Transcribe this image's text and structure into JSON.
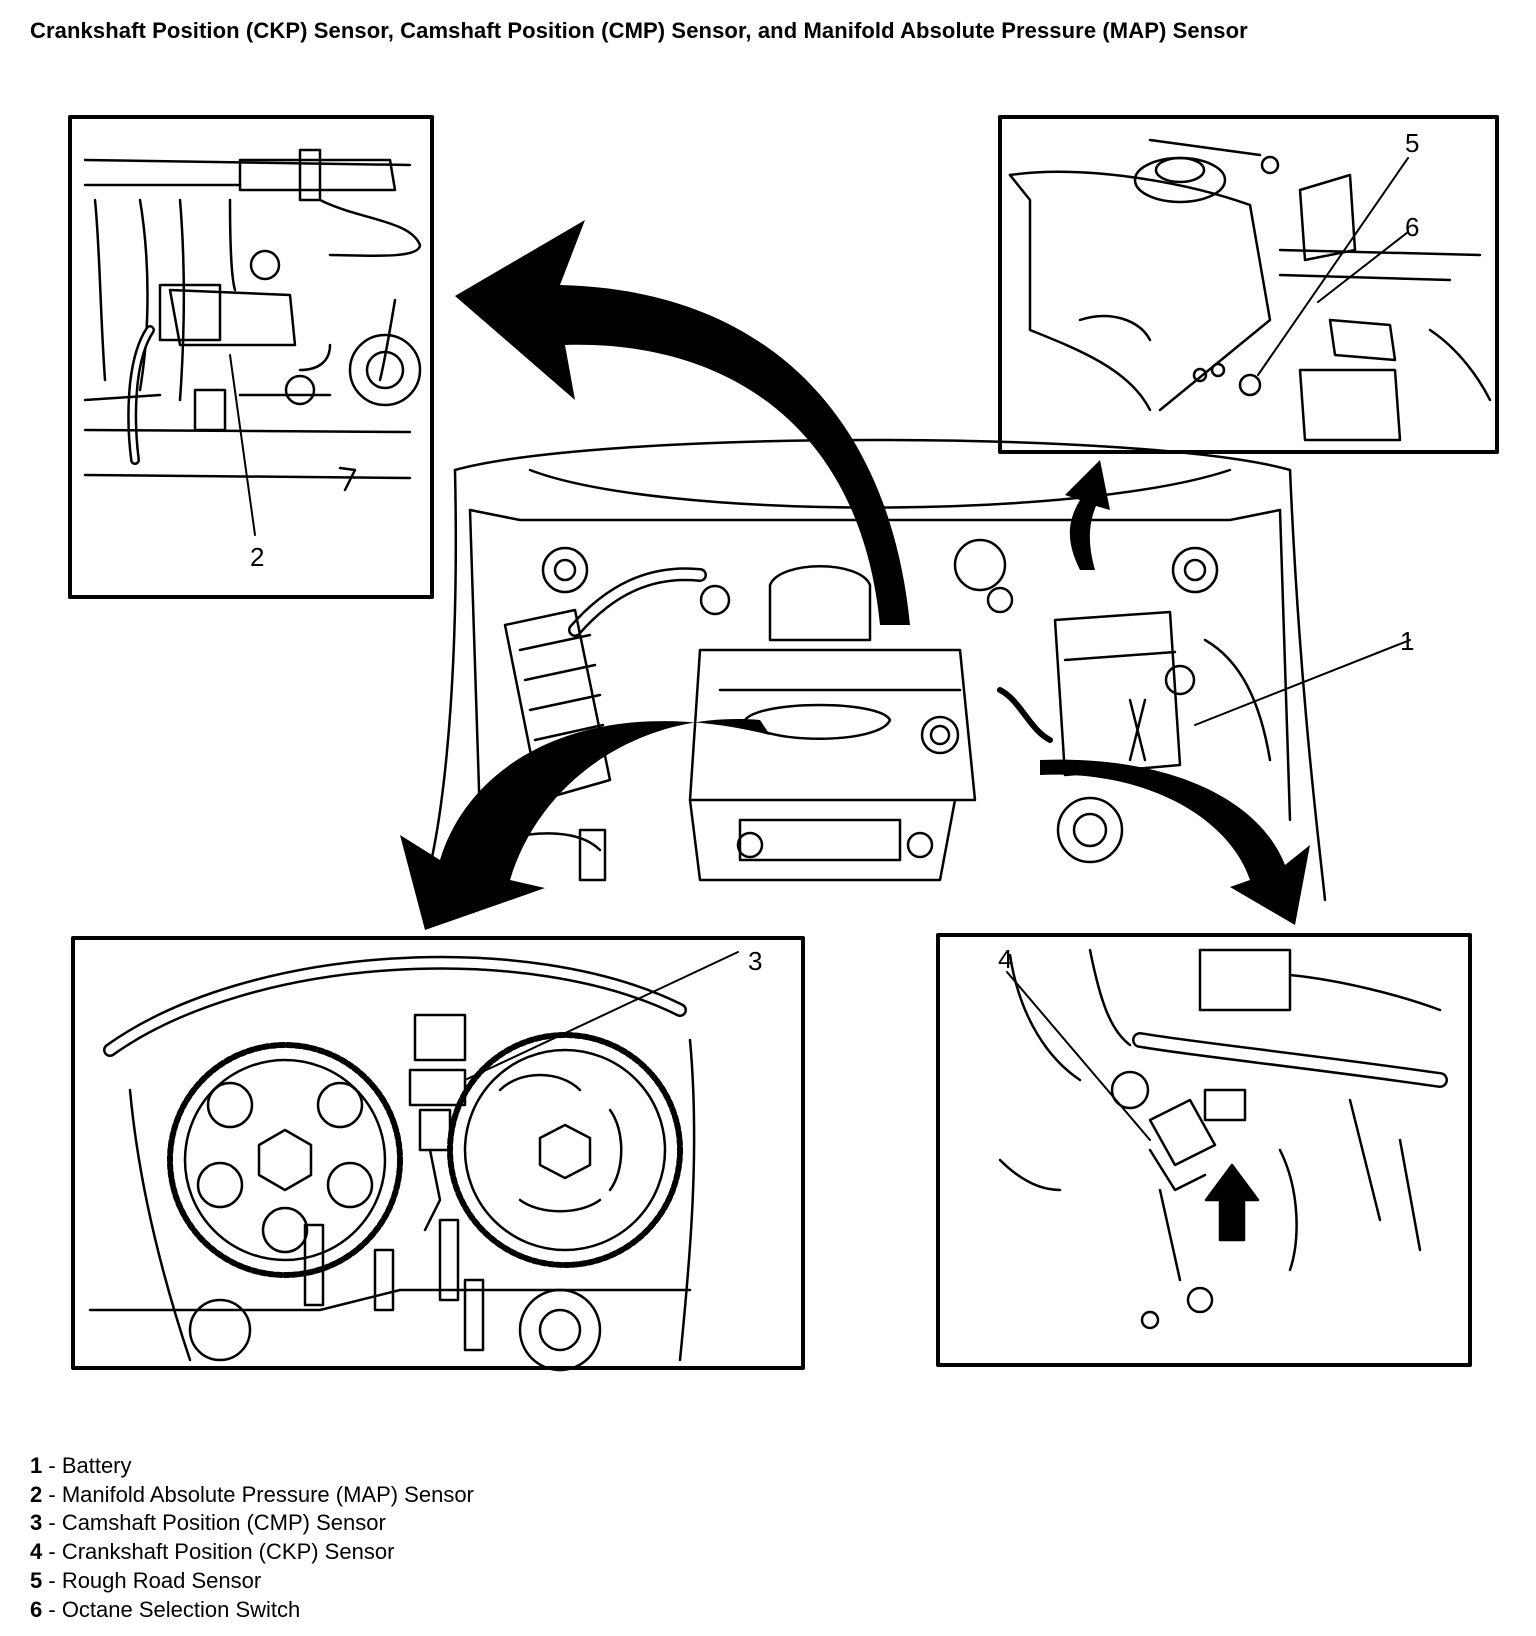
{
  "title": "Crankshaft Position (CKP) Sensor, Camshaft Position (CMP) Sensor, and Manifold Absolute Pressure (MAP) Sensor",
  "callouts": {
    "c1": "1",
    "c2": "2",
    "c3": "3",
    "c4": "4",
    "c5": "5",
    "c6": "6"
  },
  "legend": [
    {
      "num": "1",
      "sep": " - ",
      "label": "Battery"
    },
    {
      "num": "2",
      "sep": " - ",
      "label": "Manifold Absolute Pressure (MAP) Sensor"
    },
    {
      "num": "3",
      "sep": " - ",
      "label": "Camshaft Position (CMP) Sensor"
    },
    {
      "num": "4",
      "sep": " - ",
      "label": "Crankshaft Position (CKP) Sensor"
    },
    {
      "num": "5",
      "sep": " - ",
      "label": "Rough Road Sensor"
    },
    {
      "num": "6",
      "sep": " - ",
      "label": "Octane Selection Switch"
    }
  ]
}
